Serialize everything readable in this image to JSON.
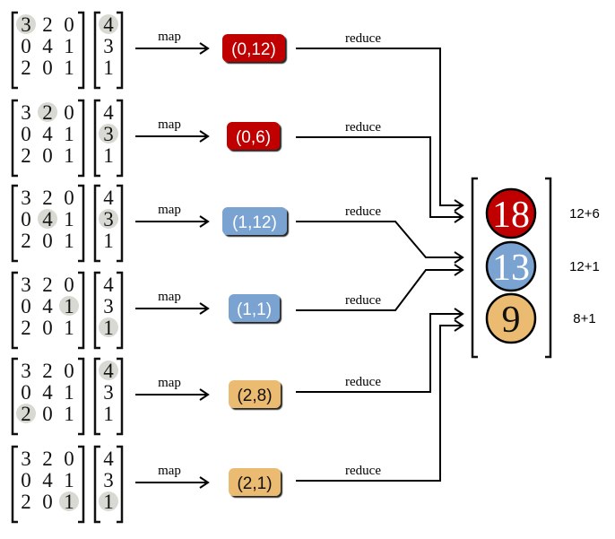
{
  "matrix": [
    [
      3,
      2,
      0
    ],
    [
      0,
      4,
      1
    ],
    [
      2,
      0,
      1
    ]
  ],
  "vector": [
    4,
    3,
    1
  ],
  "highlight_color": "#d9d9d3",
  "map_label": "map",
  "reduce_label": "reduce",
  "groups": [
    {
      "key": 0,
      "color": "#c00000",
      "text_color": "#ffffff"
    },
    {
      "key": 1,
      "color": "#7aa3d2",
      "text_color": "#ffffff"
    },
    {
      "key": 2,
      "color": "#eabb70",
      "text_color": "#111111"
    }
  ],
  "rows": [
    {
      "matrix_highlight": [
        0,
        0
      ],
      "vector_highlight": 0,
      "pair": "(0,12)",
      "group": 0
    },
    {
      "matrix_highlight": [
        0,
        1
      ],
      "vector_highlight": 1,
      "pair": "(0,6)",
      "group": 0
    },
    {
      "matrix_highlight": [
        1,
        1
      ],
      "vector_highlight": 1,
      "pair": "(1,12)",
      "group": 1
    },
    {
      "matrix_highlight": [
        1,
        2
      ],
      "vector_highlight": 2,
      "pair": "(1,1)",
      "group": 1
    },
    {
      "matrix_highlight": [
        2,
        0
      ],
      "vector_highlight": 0,
      "pair": "(2,8)",
      "group": 2
    },
    {
      "matrix_highlight": [
        2,
        2
      ],
      "vector_highlight": 2,
      "pair": "(2,1)",
      "group": 2
    }
  ],
  "results": [
    {
      "value": "18",
      "sum": "12+6",
      "group": 0
    },
    {
      "value": "13",
      "sum": "12+1",
      "group": 1
    },
    {
      "value": "9",
      "sum": "8+1",
      "group": 2
    }
  ]
}
